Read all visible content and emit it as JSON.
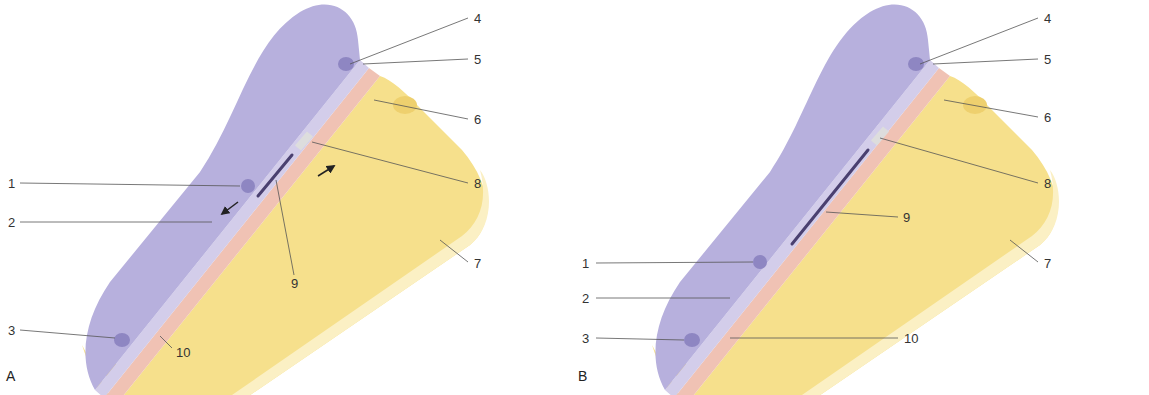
{
  "diagram": {
    "labels": [
      "4",
      "5",
      "6",
      "1",
      "8",
      "2",
      "7",
      "9",
      "3",
      "10",
      "A",
      "4",
      "5",
      "6",
      "8",
      "7",
      "1",
      "9",
      "2",
      "3",
      "10",
      "B"
    ]
  }
}
